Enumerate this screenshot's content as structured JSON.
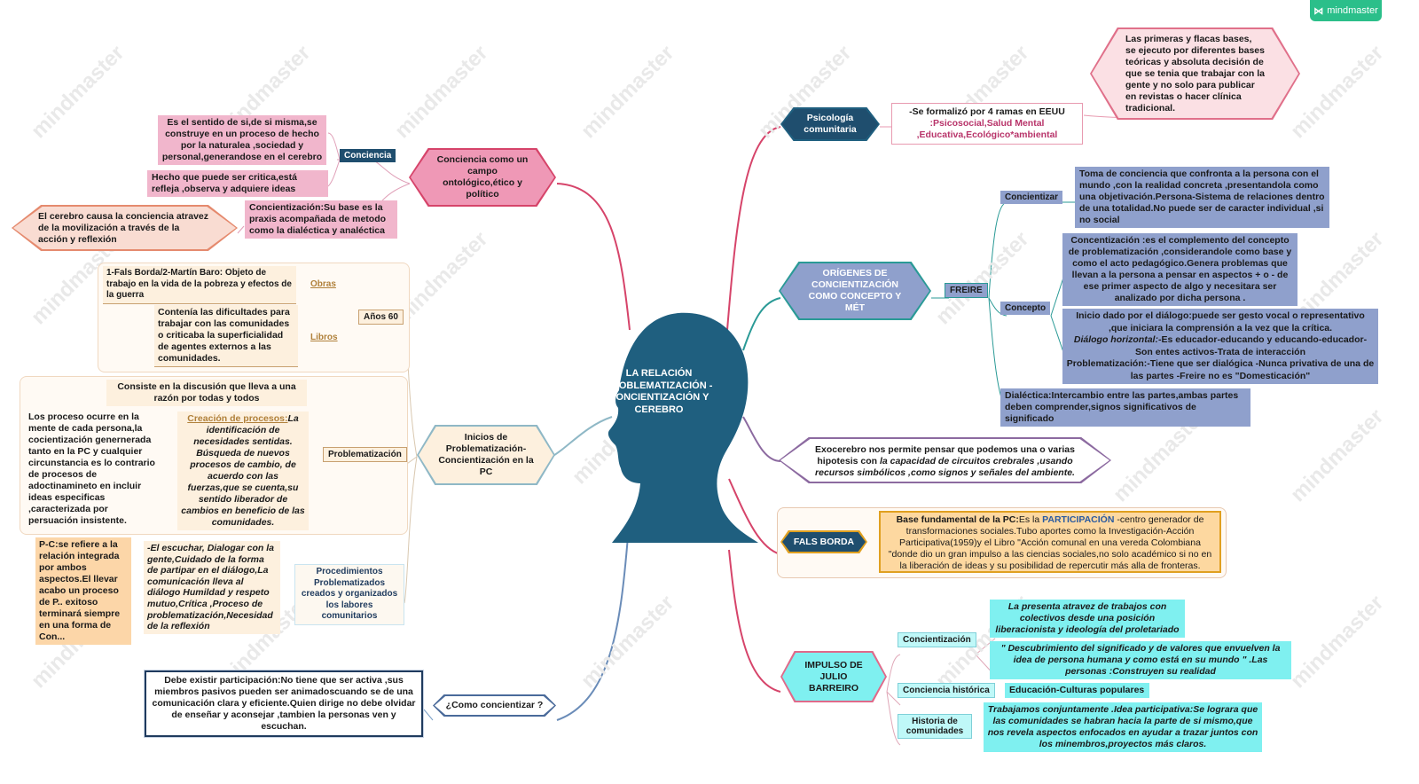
{
  "brand": {
    "name": "mindmaster",
    "watermark": "mindmaster",
    "color": "#2bbf8a"
  },
  "central": {
    "text": "LA RELACIÓN PROBLEMATIZACIÓN - CONCIENTIZACIÓN Y CEREBRO",
    "color": "#1f5f7f"
  },
  "conciencia_campo": {
    "title": "Conciencia como un campo ontológico,ético y político",
    "conciencia_label": "Conciencia",
    "def1": "Es el sentido de si,de si misma,se construye en un proceso de hecho por la naturalea ,sociedad y personal,generandose en el cerebro",
    "def2": "Hecho que puede ser critica,está refleja ,observa y adquiere ideas",
    "concientizacion": "Concientización:Su base es la praxis acompañada de metodo como la dialéctica y analéctica",
    "cerebro": "El cerebro causa la conciencia atravez de la movilización a través de la acción y reflexión"
  },
  "inicios": {
    "title": "Inicios de Problematización-Concientización en la PC",
    "anos60": "Años 60",
    "obras_label": "Obras",
    "obras_text": "1-Fals Borda/2-Martín Baro: Objeto de trabajo en la vida de la pobreza y efectos de la guerra",
    "libros_label": "Libros",
    "libros_text": "Contenía las dificultades para trabajar con las comunidades o criticaba la superficialidad de agentes externos a las comunidades.",
    "problematizacion_label": "Problematización",
    "discusion": "Consiste en la discusión que lleva a una razón por todas y todos",
    "proceso": "Los proceso ocurre en la mente de cada persona,la cocientización genernerada tanto en la PC y cualquier circunstancia es lo contrario de procesos de adoctinamineto en incluir ideas especificas ,caracterizada por persuación insistente.",
    "creacion_label": "Creación de procesos:",
    "creacion_text": "La identificación de necesidades sentidas. Búsqueda de nuevos procesos de cambio, de acuerdo con las fuerzas,que se cuenta,su sentido liberador de cambios en beneficio de las comunidades.",
    "procedimientos_label": "Procedimientos Problematizados creados y organizados los labores comunitarios",
    "pc_relacion": "P-C:se refiere a la relación integrada por ambos aspectos.El llevar acabo un proceso de P.. exitoso terminará siempre en una forma de Con...",
    "escuchar": "-El escuchar, Dialogar con la gente,Cuidado de la forma de partipar en el diálogo,La comunicación lleva al diálogo Humildad y respeto mutuo,Crítica ,Proceso de problematización,Necesidad de la reflexión"
  },
  "como": {
    "title": "¿Como concientizar ?",
    "text": "Debe existir participación:No tiene que ser activa ,sus miembros pasivos pueden ser animadoscuando se de una comunicación clara y eficiente.Quien dirige no debe olvidar de enseñar y aconsejar ,tambien la personas ven y escuchan."
  },
  "psicologia": {
    "title": "Psicología comunitaria",
    "ramas_line1": "-Se formalizó por 4 ramas en EEUU",
    "ramas_line2": ":Psicosocial,Salud Mental ,Educativa,Ecológico*ambiental",
    "bases": "Las primeras y flacas bases, se ejecuto por diferentes bases teóricas y absoluta decisión de que se tenia que trabajar con la gente y no solo para publicar en revistas o hacer clínica tradicional."
  },
  "origenes": {
    "title": "ORÍGENES DE CONCIENTIZACIÓN COMO CONCEPTO Y MÉT",
    "freire": "FREIRE",
    "concientizar_label": "Concientizar",
    "concientizar_text": "Toma de conciencia que confronta a la persona con el mundo ,con la realidad concreta ,presentandola como una objetivación.Persona-Sistema de relaciones dentro de una totalidad.No puede ser de caracter individual ,si no social",
    "concepto_label": "Concepto",
    "concepto_text": "Concentización :es el complemento del concepto de problematización ,considerandole como base y como el acto pedagógico.Genera problemas que llevan a la persona a pensar en aspectos + o - de ese primer aspecto de algo y necesitara ser analizado por dicha persona .",
    "inicio_line": "Inicio dado por el diálogo:puede ser gesto vocal o representativo ,que iniciara la comprensión a la vez que la crítica.",
    "dialogo_label": "Diálogo horizontal:",
    "dialogo_text": "-Es educador-educando y educando-educador- Son entes activos-Trata de interacción",
    "prob_label": "Problematización:",
    "prob_text": "-Tiene que ser dialógica -Nunca privativa de una de las partes -Freire no es \"Domesticación\"",
    "dialectica_label": "Dialéctica:",
    "dialectica_text": "Intercambio entre las partes,ambas partes deben comprender,signos significativos de significado"
  },
  "exocerebro": {
    "lead": "Exocerebro nos permite pensar que podemos una o varias hipotesis con",
    "italic": "la capacidad de circuitos crebrales ,usando recursos simbólicos ,como signos y señales del ambiente."
  },
  "fals_borda": {
    "title": "FALS BORDA",
    "bold_lead": "Base fundamental de la PC:",
    "mid": "Es la ",
    "highlight": "PARTICIPACIÓN",
    "rest": " -centro generador de transformaciones sociales.Tubo aportes como la Investigación-Acción Participativa(1959)y el Libro \"Acción comunal en una vereda Colombiana \"donde dio un gran impulso a las ciencias sociales,no solo académico si no en la liberación de ideas y su posibilidad de repercutir más alla de fronteras."
  },
  "impulso": {
    "title": "IMPULSO DE JULIO BARREIRO",
    "concientizacion_label": "Concientización",
    "c1": "La presenta atravez de trabajos con colectivos desde una posición liberacionista y ideología del proletariado",
    "c2": "\" Descubrimiento del significado y de valores que envuelven la idea de persona humana y como está en su mundo \" .Las personas :Construyen su realidad",
    "historica_label": "Conciencia histórica",
    "historica_text": "Educación-Culturas populares",
    "historia_label": "Historia de comunidades",
    "historia_text": "Trabajamos conjuntamente .Idea participativa:Se lograra que las comunidades se habran hacia la parte de si mismo,que nos revela aspectos enfocados en ayudar a trazar juntos con los minembros,proyectos más claros."
  },
  "colors": {
    "crimson": "#d6446a",
    "teal": "#2a9a96",
    "purple": "#8c6aa0",
    "navy": "#204e6e",
    "blue": "#8fa0cc",
    "cyan": "#7ff0f0"
  }
}
